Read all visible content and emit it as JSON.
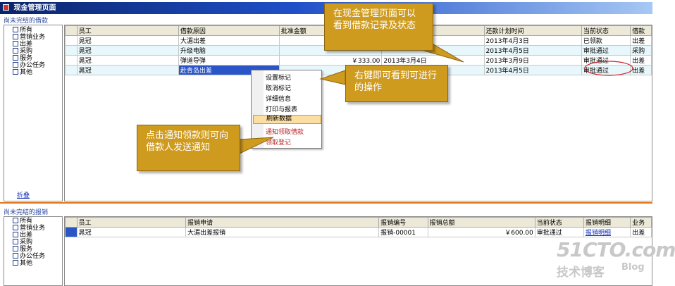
{
  "window": {
    "title": "现金管理页面"
  },
  "loans": {
    "section_label": "尚未完结的借款",
    "categories": [
      "所有",
      "营销业务",
      "出差",
      "采购",
      "服务",
      "办公任务",
      "其他"
    ],
    "collapse_label": "折叠",
    "columns": [
      "员工",
      "借款原因",
      "批准金额",
      "",
      "还款计划时间",
      "当前状态",
      "借款"
    ],
    "rows": [
      [
        "晁冠",
        "大湄出差",
        "",
        "",
        "2013年4月3日",
        "已领款",
        "出差"
      ],
      [
        "晁冠",
        "升级电脑",
        "",
        "",
        "2013年4月5日",
        "审批通过",
        "采购"
      ],
      [
        "晁冠",
        "弹道导弹",
        "￥333.00",
        "2013年3月4日",
        "2013年3月9日",
        "审批通过",
        "出差"
      ],
      [
        "晁冠",
        "赴青岛出差",
        "",
        "",
        "2013年4月5日",
        "审批通过",
        "出差"
      ]
    ]
  },
  "context_menu": {
    "items": [
      "设置标记",
      "取消标记",
      "详细信息",
      "打印与报表",
      "刷新数据",
      "通知领取借款",
      "领取登记"
    ]
  },
  "reimbursements": {
    "section_label": "尚未完结的报销",
    "categories": [
      "所有",
      "营销业务",
      "出差",
      "采购",
      "服务",
      "办公任务",
      "其他"
    ],
    "columns": [
      "员工",
      "报销申请",
      "报销编号",
      "报销总额",
      "当前状态",
      "报销明细",
      "业务"
    ],
    "rows": [
      [
        "晁冠",
        "大湄出差报销",
        "报销-00001",
        "￥600.00",
        "审批通过",
        "报销明细",
        "出差"
      ]
    ]
  },
  "callouts": {
    "top": "在现金管理页面可以看到借款记录及状态",
    "menu": "右键即可看到可进行的操作",
    "notify": "点击通知领款则可向借款人发送通知"
  },
  "watermark": {
    "site": "51CTO.com",
    "sub": "技术博客",
    "blog": "Blog"
  },
  "colors": {
    "titlebar": "#0a246a",
    "accent_row": "#e8f7fb",
    "callout": "#cf9b1f",
    "splitter": "#e0761c"
  }
}
